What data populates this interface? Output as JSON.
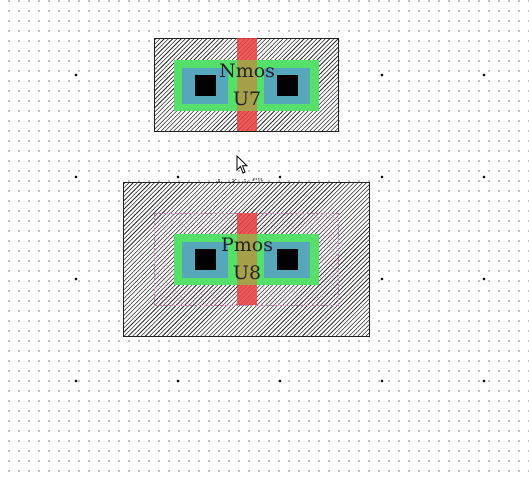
{
  "canvas": {
    "grid_color": "#6d6d6d",
    "background": "#ffffff"
  },
  "devices": [
    {
      "id": "nmos",
      "type_label": "Nmos",
      "ref_label": "U7",
      "has_nwell": false
    },
    {
      "id": "pmos",
      "type_label": "Pmos",
      "ref_label": "U8",
      "has_nwell": true
    }
  ],
  "colors": {
    "active": "#55e06a",
    "diffusion": "#56a7b9",
    "contact": "#000000",
    "poly": "#ec3e3e",
    "nwell": "#c77fb3"
  },
  "icons": {
    "cursor": "arrow-pointer-icon",
    "selection_handles": "move-handles-icon"
  }
}
